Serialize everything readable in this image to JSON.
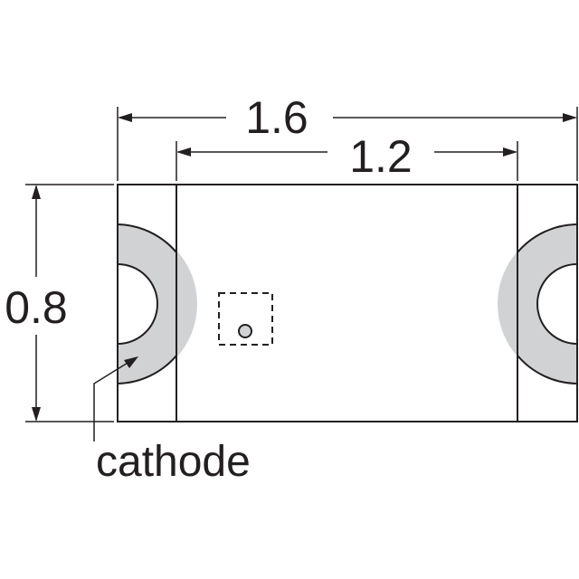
{
  "dimensions": {
    "overall_length": "1.6",
    "electrode_gap": "1.2",
    "width": "0.8"
  },
  "labels": {
    "cathode": "cathode"
  },
  "colors": {
    "outline": "#231f20",
    "cathode_mark": "#d1d2d4",
    "background": "#ffffff"
  }
}
